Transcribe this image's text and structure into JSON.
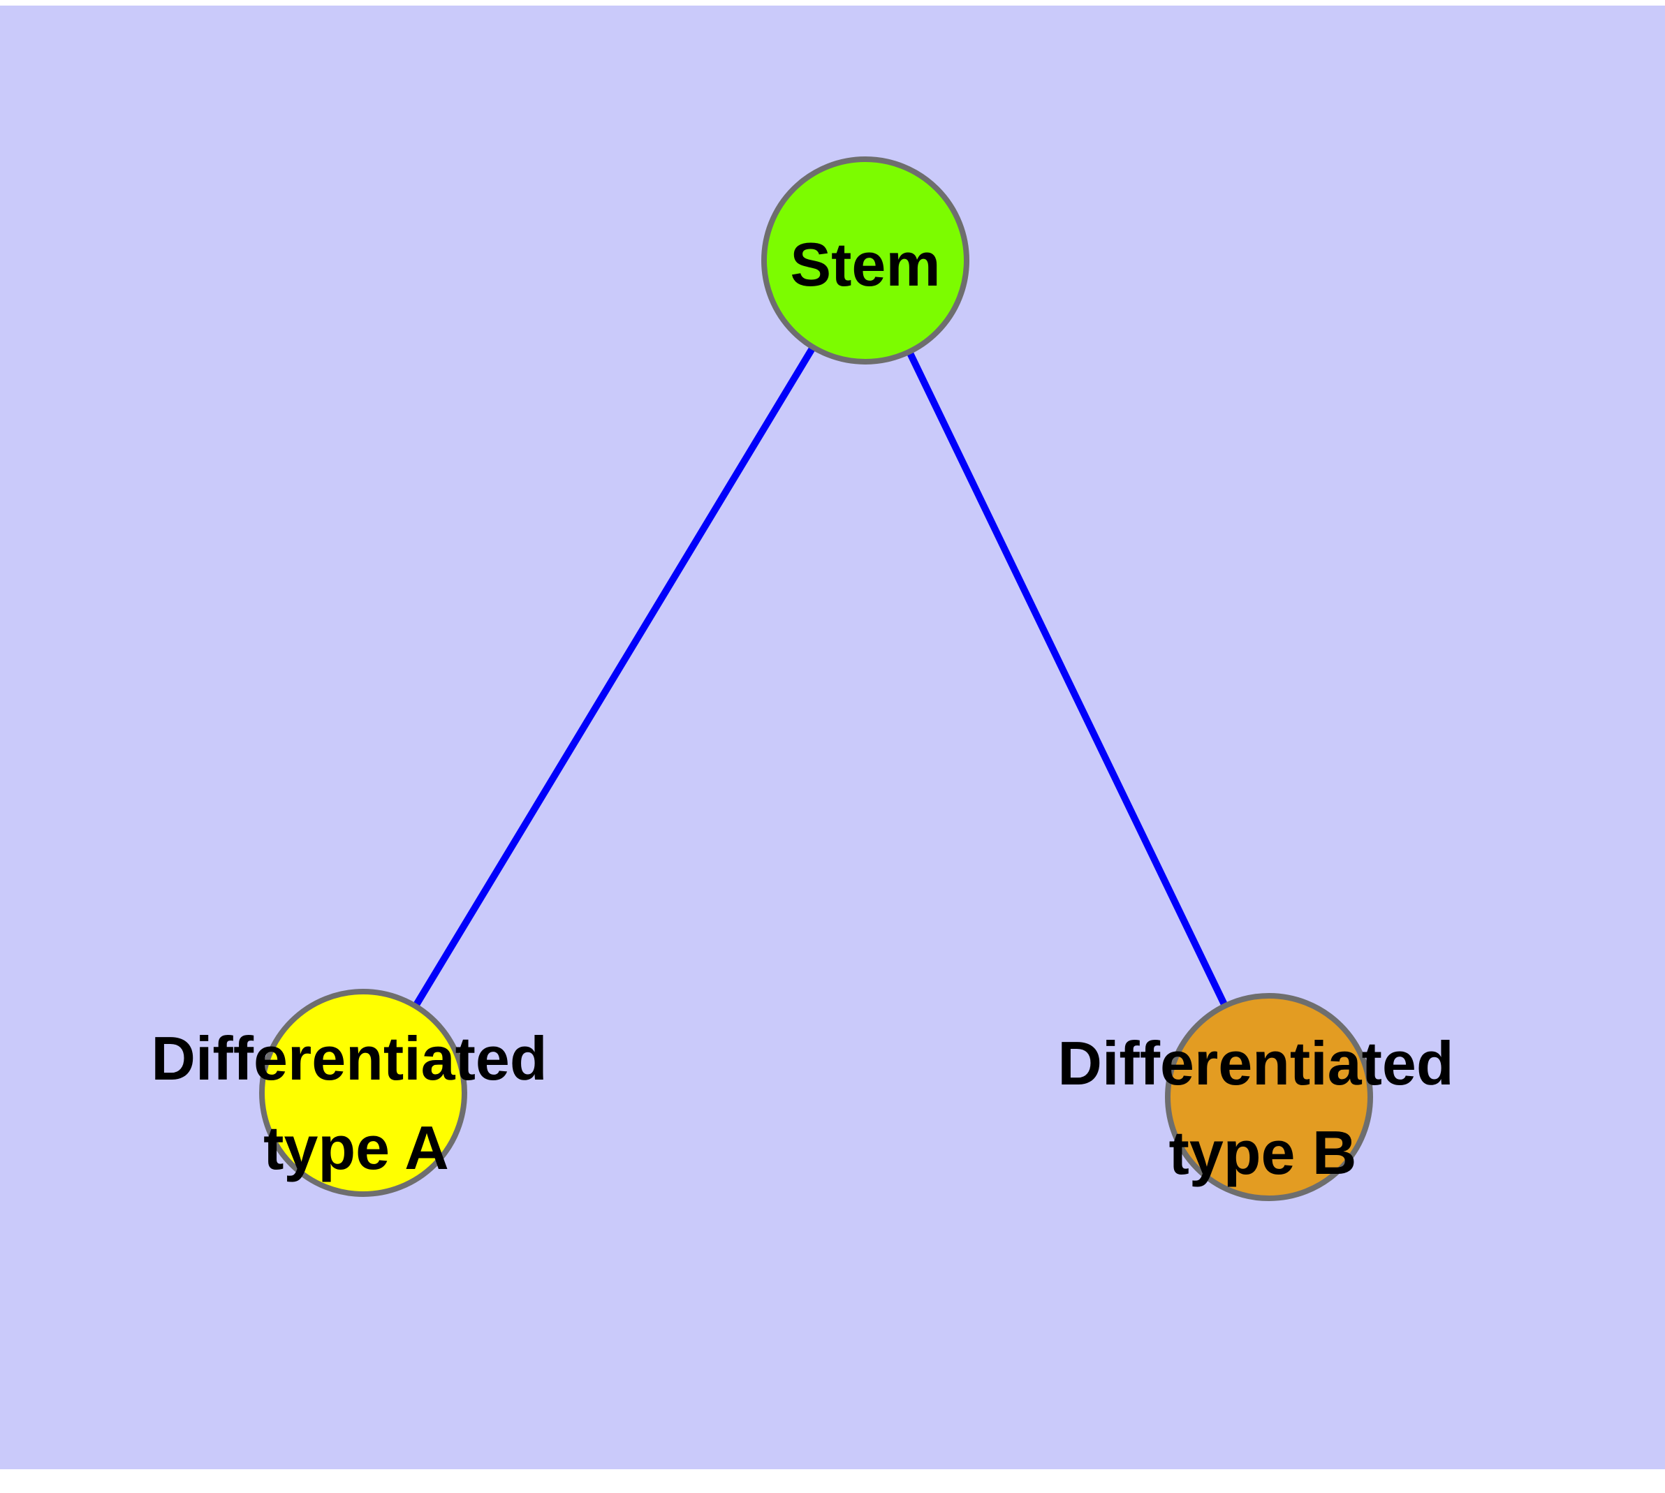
{
  "diagram": {
    "type": "graph",
    "description": "Stem cell differentiation diagram with one root node and two leaf nodes",
    "background_color": "#CACAFA",
    "page_margin_color": "#FFFFFF",
    "edge_color": "#0000FA",
    "node_border_color": "#6E6E6E",
    "label_color": "#000000",
    "nodes": [
      {
        "id": "stem",
        "label": "Stem",
        "label_lines": [
          "Stem"
        ],
        "fill": "#7CFC00"
      },
      {
        "id": "differentiated-type-a",
        "label": "Differentiated type A",
        "label_lines": [
          "Differentiated",
          "type A"
        ],
        "fill": "#FFFF00"
      },
      {
        "id": "differentiated-type-b",
        "label": "Differentiated type B",
        "label_lines": [
          "Differentiated",
          "type B"
        ],
        "fill": "#E39C22"
      }
    ],
    "edges": [
      {
        "from": "Stem",
        "to": "Differentiated type A"
      },
      {
        "from": "Stem",
        "to": "Differentiated type B"
      }
    ]
  }
}
